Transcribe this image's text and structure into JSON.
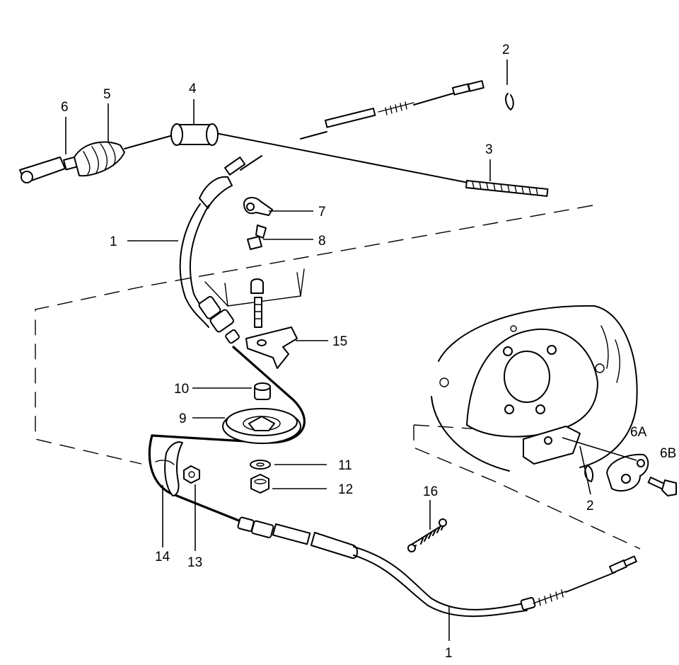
{
  "labels": {
    "c1_top": "1",
    "c1_bottom": "1",
    "c2_top": "2",
    "c2_right": "2",
    "c3": "3",
    "c4": "4",
    "c5": "5",
    "c6": "6",
    "c6a": "6A",
    "c6b": "6B",
    "c7": "7",
    "c8": "8",
    "c9": "9",
    "c10": "10",
    "c11": "11",
    "c12": "12",
    "c13": "13",
    "c14": "14",
    "c15": "15",
    "c16": "16"
  }
}
